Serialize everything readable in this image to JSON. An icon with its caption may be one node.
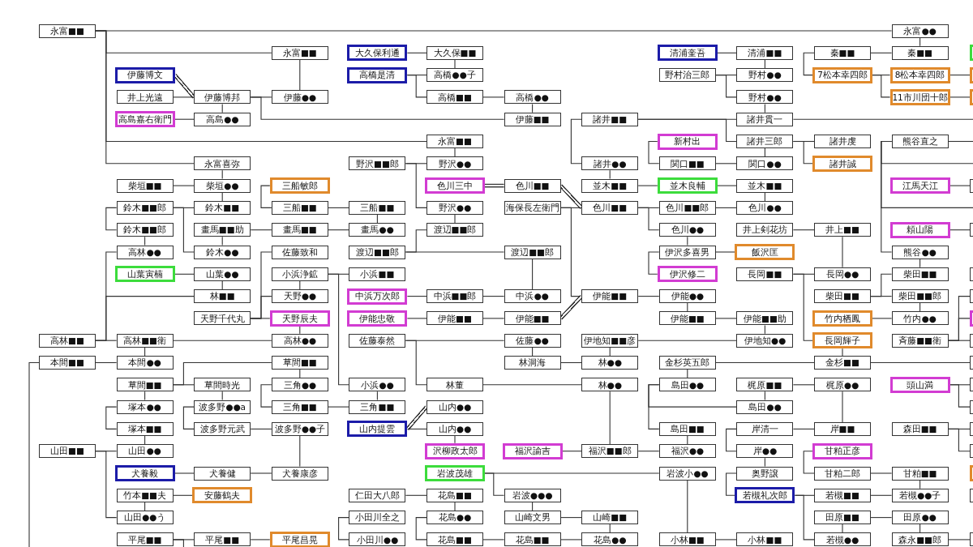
{
  "diagram": {
    "nodes": [
      {
        "text": [
          "永富■■"
        ]
      },
      {
        "text": [
          "永富●●"
        ]
      },
      {
        "text": [
          "永富■■"
        ]
      },
      {
        "text": [
          "大久保利通"
        ]
      },
      {
        "text": [
          "大久保■■"
        ]
      },
      {
        "text": [
          "清浦奎吾"
        ]
      },
      {
        "text": [
          "清浦■■"
        ]
      },
      {
        "text": [
          "秦■■"
        ]
      },
      {
        "text": [
          "秦■■"
        ]
      },
      {
        "text": [],
        "shape": "box"
      },
      {
        "text": [
          "伊藤博文"
        ]
      },
      {
        "text": [
          "高橋是清"
        ]
      },
      {
        "text": [
          "高橋●●子"
        ]
      },
      {
        "text": [
          "野村治三郎"
        ]
      },
      {
        "text": [
          "野村●●"
        ]
      },
      {
        "text": [
          "7松本幸四郎"
        ]
      },
      {
        "text": [
          "8松本幸四郎"
        ]
      },
      {
        "text": [],
        "shape": "box"
      },
      {
        "text": [
          "井上光遠"
        ]
      },
      {
        "text": [
          "伊藤博邦"
        ]
      },
      {
        "text": [
          "伊藤●●"
        ]
      },
      {
        "text": [
          "高橋■■"
        ]
      },
      {
        "text": [
          "高橋●●"
        ]
      },
      {
        "text": [
          "野村●●"
        ]
      },
      {
        "text": [
          "11市川団十郎"
        ]
      },
      {
        "text": [],
        "shape": "box"
      },
      {
        "text": [
          "高島嘉右衛門"
        ]
      },
      {
        "text": [
          "高島●●"
        ]
      },
      {
        "text": [
          "伊藤■■"
        ]
      },
      {
        "text": [
          "諸井■■"
        ]
      },
      {
        "text": [
          "諸井貫一"
        ]
      },
      {
        "text": [
          "永富■■"
        ]
      },
      {
        "text": [
          "新村出"
        ]
      },
      {
        "text": [
          "諸井三郎"
        ]
      },
      {
        "text": [
          "諸井虔"
        ]
      },
      {
        "text": [
          "熊谷直之"
        ]
      },
      {
        "text": [
          "永富喜弥"
        ]
      },
      {
        "text": [
          "野沢■■郎"
        ]
      },
      {
        "text": [
          "野沢●●"
        ]
      },
      {
        "text": [
          "諸井●●"
        ]
      },
      {
        "text": [
          "関口■■"
        ]
      },
      {
        "text": [
          "関口●●"
        ]
      },
      {
        "text": [
          "諸井誠"
        ]
      },
      {
        "text": [
          "柴垣■■"
        ]
      },
      {
        "text": [
          "柴垣●●"
        ]
      },
      {
        "text": [
          "三船敏郎"
        ]
      },
      {
        "text": [
          "色川三中"
        ]
      },
      {
        "text": [
          "色川■■"
        ]
      },
      {
        "text": [
          "並木■■"
        ]
      },
      {
        "text": [
          "並木良輔"
        ]
      },
      {
        "text": [
          "並木■■"
        ]
      },
      {
        "text": [
          "江馬天江"
        ]
      },
      {
        "text": [],
        "shape": "box"
      },
      {
        "text": [
          "鈴木■■郎"
        ]
      },
      {
        "text": [
          "鈴木■■"
        ]
      },
      {
        "text": [
          "三船■■"
        ]
      },
      {
        "text": [
          "三船■■"
        ]
      },
      {
        "text": [
          "野沢●●"
        ]
      },
      {
        "text": [
          "海保長左衛門"
        ]
      },
      {
        "text": [
          "色川■■"
        ]
      },
      {
        "text": [
          "色川■■郎"
        ]
      },
      {
        "text": [
          "色川●●"
        ]
      },
      {
        "text": [
          "鈴木■■郎"
        ]
      },
      {
        "text": [
          "畫馬■■助"
        ]
      },
      {
        "text": [
          "畫馬■■"
        ]
      },
      {
        "text": [
          "畫馬●●"
        ]
      },
      {
        "text": [
          "渡辺■■郎"
        ]
      },
      {
        "text": [
          "色川●●"
        ]
      },
      {
        "text": [
          "井上剣花坊"
        ]
      },
      {
        "text": [
          "井上■■"
        ]
      },
      {
        "text": [
          "頼山陽"
        ]
      },
      {
        "text": [],
        "shape": "box"
      },
      {
        "text": [
          "高林●●"
        ]
      },
      {
        "text": [
          "鈴木●●"
        ]
      },
      {
        "text": [
          "佐藤致和"
        ]
      },
      {
        "text": [
          "渡辺■■郎"
        ]
      },
      {
        "text": [
          "渡辺■■郎"
        ]
      },
      {
        "text": [
          "伊沢多喜男"
        ]
      },
      {
        "text": [
          "飯沢匡"
        ]
      },
      {
        "text": [
          "熊谷●●"
        ]
      },
      {
        "text": [
          "山葉寅楠"
        ]
      },
      {
        "text": [
          "山葉●●"
        ]
      },
      {
        "text": [
          "小浜浄鉱"
        ]
      },
      {
        "text": [
          "小浜■■"
        ]
      },
      {
        "text": [
          "伊沢修二"
        ]
      },
      {
        "text": [
          "長岡■■"
        ]
      },
      {
        "text": [
          "長岡●●"
        ]
      },
      {
        "text": [
          "柴田■■"
        ]
      },
      {
        "text": [],
        "shape": "box"
      },
      {
        "text": [
          "林■■"
        ]
      },
      {
        "text": [
          "天野●●"
        ]
      },
      {
        "text": [
          "中浜万次郎"
        ]
      },
      {
        "text": [
          "中浜■■郎"
        ]
      },
      {
        "text": [
          "中浜●●"
        ]
      },
      {
        "text": [
          "伊能■■"
        ]
      },
      {
        "text": [
          "伊能●●"
        ]
      },
      {
        "text": [
          "柴田■■"
        ]
      },
      {
        "text": [
          "柴田■■郎"
        ]
      },
      {
        "text": [],
        "shape": "box"
      },
      {
        "text": [
          "天野千代丸"
        ]
      },
      {
        "text": [
          "天野辰夫"
        ]
      },
      {
        "text": [
          "伊能忠敬"
        ]
      },
      {
        "text": [
          "伊能■■"
        ]
      },
      {
        "text": [
          "伊能■■"
        ]
      },
      {
        "text": [
          "伊能■■"
        ]
      },
      {
        "text": [
          "伊能■■助"
        ]
      },
      {
        "text": [
          "竹内栖鳳"
        ]
      },
      {
        "text": [
          "竹内●●"
        ]
      },
      {
        "text": [],
        "shape": "box"
      },
      {
        "text": [
          "高林■■"
        ]
      },
      {
        "text": [
          "高林■■衛"
        ]
      },
      {
        "text": [
          "高林●●"
        ]
      },
      {
        "text": [
          "佐藤泰然"
        ]
      },
      {
        "text": [
          "佐藤●●"
        ]
      },
      {
        "text": [
          "伊地知■■彦"
        ]
      },
      {
        "text": [
          "伊地知●●"
        ]
      },
      {
        "text": [
          "長岡輝子"
        ]
      },
      {
        "text": [
          "斉藤■■衛"
        ]
      },
      {
        "text": [],
        "shape": "box"
      },
      {
        "text": [
          "本間■■"
        ]
      },
      {
        "text": [
          "本間●●"
        ]
      },
      {
        "text": [
          "草間■■"
        ]
      },
      {
        "text": [
          "林洞海"
        ]
      },
      {
        "text": [
          "林●●"
        ]
      },
      {
        "text": [
          "金杉英五郎"
        ]
      },
      {
        "text": [
          "金杉■■"
        ]
      },
      {
        "text": [],
        "shape": "box"
      },
      {
        "text": [
          "草間■■"
        ]
      },
      {
        "text": [
          "草間時光"
        ]
      },
      {
        "text": [
          "三角●●"
        ]
      },
      {
        "text": [
          "小浜●●"
        ]
      },
      {
        "text": [
          "林董"
        ]
      },
      {
        "text": [
          "林●●"
        ]
      },
      {
        "text": [
          "島田●●"
        ]
      },
      {
        "text": [
          "梶原■■"
        ]
      },
      {
        "text": [
          "梶原●●"
        ]
      },
      {
        "text": [
          "頭山満"
        ]
      },
      {
        "text": [],
        "shape": "box"
      },
      {
        "text": [
          "塚本●●"
        ]
      },
      {
        "text": [
          "波多野●●a"
        ]
      },
      {
        "text": [
          "三角■■"
        ]
      },
      {
        "text": [
          "三角■■"
        ]
      },
      {
        "text": [
          "山内●●"
        ]
      },
      {
        "text": [
          "島田●●"
        ]
      },
      {
        "text": [],
        "shape": "box"
      },
      {
        "text": [
          "塚本■■"
        ]
      },
      {
        "text": [
          "波多野元武"
        ]
      },
      {
        "text": [
          "波多野●●子"
        ]
      },
      {
        "text": [
          "山内提雲"
        ]
      },
      {
        "text": [
          "山内●●"
        ]
      },
      {
        "text": [
          "島田■■"
        ]
      },
      {
        "text": [
          "岸清一"
        ]
      },
      {
        "text": [
          "岸■■"
        ]
      },
      {
        "text": [
          "森田■■"
        ]
      },
      {
        "text": [],
        "shape": "box"
      },
      {
        "text": [
          "山田■■"
        ]
      },
      {
        "text": [
          "山田●●"
        ]
      },
      {
        "text": [
          "沢柳政太郎"
        ]
      },
      {
        "text": [
          "福沢諭吉"
        ]
      },
      {
        "text": [
          "福沢■■郎"
        ]
      },
      {
        "text": [
          "福沢●●"
        ]
      },
      {
        "text": [
          "岸●●"
        ]
      },
      {
        "text": [
          "甘粕正彦"
        ]
      },
      {
        "text": [],
        "shape": "box"
      },
      {
        "text": [
          "犬養毅"
        ]
      },
      {
        "text": [
          "犬養健"
        ]
      },
      {
        "text": [
          "犬養康彦"
        ]
      },
      {
        "text": [
          "岩波茂雄"
        ]
      },
      {
        "text": [
          "岩波小●●"
        ]
      },
      {
        "text": [
          "奥野譲"
        ]
      },
      {
        "text": [
          "甘粕二郎"
        ]
      },
      {
        "text": [
          "甘粕■■"
        ]
      },
      {
        "text": [],
        "shape": "box"
      },
      {
        "text": [
          "竹本■■夫"
        ]
      },
      {
        "text": [
          "安藤鶴夫"
        ]
      },
      {
        "text": [
          "仁田大八郎"
        ]
      },
      {
        "text": [
          "花島■■"
        ]
      },
      {
        "text": [
          "岩波●●●"
        ]
      },
      {
        "text": [
          "若槻礼次郎"
        ]
      },
      {
        "text": [
          "若槻■■"
        ]
      },
      {
        "text": [
          "若槻●●子"
        ]
      },
      {
        "text": [],
        "shape": "box"
      },
      {
        "text": [
          "山田●●う"
        ]
      },
      {
        "text": [
          "小田川全之"
        ]
      },
      {
        "text": [
          "花島●●"
        ]
      },
      {
        "text": [
          "山崎文男"
        ]
      },
      {
        "text": [
          "山崎■■"
        ]
      },
      {
        "text": [
          "田原■■"
        ]
      },
      {
        "text": [
          "田原●●"
        ]
      },
      {
        "text": [
          "平尾■■"
        ]
      },
      {
        "text": [
          "平尾■■"
        ]
      },
      {
        "text": [
          "平尾昌晃"
        ]
      },
      {
        "text": [
          "小田川●●"
        ]
      },
      {
        "text": [
          "花島■■"
        ]
      },
      {
        "text": [
          "花島■■"
        ]
      },
      {
        "text": [
          "花島●●"
        ]
      },
      {
        "text": [
          "小林■■"
        ]
      },
      {
        "text": [
          "小林■■"
        ]
      },
      {
        "text": [
          "若槻●●"
        ]
      },
      {
        "text": [
          "森永■■郎"
        ]
      },
      {
        "text": [],
        "shape": "box"
      }
    ],
    "edges": [
      {
        "from": 0,
        "to": 1,
        "arrow": "none"
      },
      {
        "from": 0,
        "to": 2,
        "arrow": "none"
      },
      {
        "from": 0,
        "to": 31,
        "arrow": "none"
      },
      {
        "from": 0,
        "to": 36,
        "arrow": "none"
      },
      {
        "from": 1,
        "to": 8,
        "arrow": "none"
      },
      {
        "from": 2,
        "to": 20,
        "arrow": "none"
      },
      {
        "from": 3,
        "to": 4,
        "arrow": "none"
      },
      {
        "from": 5,
        "to": 6,
        "arrow": "none"
      },
      {
        "from": 7,
        "to": 8,
        "arrow": "none"
      },
      {
        "from": 7,
        "to": 15,
        "arrow": "none"
      },
      {
        "from": 4,
        "to": 12,
        "arrow": "none"
      },
      {
        "from": 6,
        "to": 14,
        "arrow": "none"
      },
      {
        "from": 10,
        "to": 19,
        "arrow": "none",
        "style": "thick"
      },
      {
        "from": 11,
        "to": 12,
        "arrow": "none"
      },
      {
        "from": 11,
        "to": 21,
        "arrow": "none"
      },
      {
        "from": 13,
        "to": 14,
        "arrow": "none"
      },
      {
        "from": 13,
        "to": 23,
        "arrow": "none"
      },
      {
        "from": 15,
        "to": 16,
        "arrow": "none"
      },
      {
        "from": 15,
        "to": 24,
        "arrow": "none"
      },
      {
        "from": 16,
        "to": 17,
        "arrow": "none"
      },
      {
        "from": 18,
        "to": 19,
        "arrow": "none"
      },
      {
        "from": 19,
        "to": 20,
        "arrow": "none"
      },
      {
        "from": 19,
        "to": 28,
        "arrow": "none"
      },
      {
        "from": 19,
        "to": 27,
        "arrow": "none"
      },
      {
        "from": 21,
        "to": 22,
        "arrow": "none"
      },
      {
        "from": 22,
        "to": 28,
        "arrow": "none"
      },
      {
        "from": 23,
        "to": 30,
        "arrow": "none"
      },
      {
        "from": 24,
        "to": 25,
        "arrow": "none"
      },
      {
        "from": 26,
        "to": 27,
        "arrow": "none"
      },
      {
        "from": 29,
        "to": 30,
        "arrow": "none"
      },
      {
        "from": 29,
        "to": 33,
        "arrow": "none"
      },
      {
        "from": 29,
        "to": 39,
        "arrow": "none"
      },
      {
        "from": 30,
        "to": null,
        "arrow": "none"
      },
      {
        "from": 31,
        "to": 38,
        "arrow": "none"
      },
      {
        "from": 32,
        "to": 40,
        "arrow": "none"
      },
      {
        "from": 33,
        "to": 34,
        "arrow": "none"
      },
      {
        "from": 33,
        "to": 42,
        "arrow": "none"
      },
      {
        "from": 33,
        "to": 41,
        "arrow": "none"
      },
      {
        "from": 35,
        "to": null,
        "arrow": "none"
      },
      {
        "from": 35,
        "to": null,
        "arrow": "none"
      },
      {
        "from": 35,
        "to": null,
        "arrow": "none"
      },
      {
        "from": 35,
        "to": 79,
        "arrow": "none"
      },
      {
        "from": 36,
        "to": 44,
        "arrow": "none"
      },
      {
        "from": 37,
        "to": 38,
        "arrow": "none"
      },
      {
        "from": 37,
        "to": 57,
        "arrow": "none"
      },
      {
        "from": 39,
        "to": 48,
        "arrow": "none"
      },
      {
        "from": 40,
        "to": 41,
        "arrow": "none"
      },
      {
        "from": 43,
        "to": 44,
        "arrow": "none"
      },
      {
        "from": 44,
        "to": 54,
        "arrow": "none"
      },
      {
        "from": 45,
        "to": 55,
        "arrow": "none"
      },
      {
        "from": 46,
        "to": 47,
        "arrow": "none",
        "style": "thick"
      },
      {
        "from": 47,
        "to": 59,
        "arrow": "none",
        "style": "thick"
      },
      {
        "from": 48,
        "to": 49,
        "arrow": "none"
      },
      {
        "from": 49,
        "to": 50,
        "arrow": "none"
      },
      {
        "from": 50,
        "to": 61,
        "arrow": "none"
      },
      {
        "from": 51,
        "to": 52,
        "arrow": "none"
      },
      {
        "from": 53,
        "to": 54,
        "arrow": "none"
      },
      {
        "from": 53,
        "to": 73,
        "arrow": "none"
      },
      {
        "from": 53,
        "to": 62,
        "arrow": "none"
      },
      {
        "from": 55,
        "to": 56,
        "arrow": "none"
      },
      {
        "from": 56,
        "to": 65,
        "arrow": "none"
      },
      {
        "from": 57,
        "to": 66,
        "arrow": "none"
      },
      {
        "from": 58,
        "to": 59,
        "arrow": "none"
      },
      {
        "from": 58,
        "to": 94,
        "arrow": "none"
      },
      {
        "from": 59,
        "to": 60,
        "arrow": "none"
      },
      {
        "from": 59,
        "to": 67,
        "arrow": "none"
      },
      {
        "from": 60,
        "to": 61,
        "arrow": "none"
      },
      {
        "from": 62,
        "to": 72,
        "arrow": "none"
      },
      {
        "from": 63,
        "to": 64,
        "arrow": "none"
      },
      {
        "from": 63,
        "to": 73,
        "arrow": "none"
      },
      {
        "from": 64,
        "to": 65,
        "arrow": "none"
      },
      {
        "from": 67,
        "to": 77,
        "arrow": "none"
      },
      {
        "from": 68,
        "to": 69,
        "arrow": "none"
      },
      {
        "from": 69,
        "to": 86,
        "arrow": "none"
      },
      {
        "from": 70,
        "to": 71,
        "arrow": "none"
      },
      {
        "from": 75,
        "to": 76,
        "arrow": "none"
      },
      {
        "from": 75,
        "to": 66,
        "arrow": "none"
      },
      {
        "from": 76,
        "to": 93,
        "arrow": "none"
      },
      {
        "from": 77,
        "to": 78,
        "arrow": "none"
      },
      {
        "from": 77,
        "to": 84,
        "arrow": "none"
      },
      {
        "from": 79,
        "to": 87,
        "arrow": "none"
      },
      {
        "from": 80,
        "to": 81,
        "arrow": "none"
      },
      {
        "from": 81,
        "to": 89,
        "arrow": "none"
      },
      {
        "from": 82,
        "to": 83,
        "arrow": "none"
      },
      {
        "from": 82,
        "to": 130,
        "arrow": "none"
      },
      {
        "from": 82,
        "to": 90,
        "arrow": "none"
      },
      {
        "from": 85,
        "to": 86,
        "arrow": "none"
      },
      {
        "from": 85,
        "to": 116,
        "arrow": "none"
      },
      {
        "from": 91,
        "to": 92,
        "arrow": "none"
      },
      {
        "from": 92,
        "to": 93,
        "arrow": "none"
      },
      {
        "from": 94,
        "to": 95,
        "arrow": "none"
      },
      {
        "from": 95,
        "to": 104,
        "arrow": "none"
      },
      {
        "from": 96,
        "to": 97,
        "arrow": "none"
      },
      {
        "from": 96,
        "to": 87,
        "arrow": "none"
      },
      {
        "from": 97,
        "to": 107,
        "arrow": "none"
      },
      {
        "from": 99,
        "to": 100,
        "arrow": "none"
      },
      {
        "from": 99,
        "to": 74,
        "arrow": "none"
      },
      {
        "from": 99,
        "to": 90,
        "arrow": "none"
      },
      {
        "from": 100,
        "to": 111,
        "arrow": "none"
      },
      {
        "from": 101,
        "to": 102,
        "arrow": "none"
      },
      {
        "from": 102,
        "to": 103,
        "arrow": "none"
      },
      {
        "from": 103,
        "to": 94,
        "arrow": "none",
        "style": "thick"
      },
      {
        "from": 104,
        "to": 105,
        "arrow": "none"
      },
      {
        "from": 105,
        "to": 115,
        "arrow": "none"
      },
      {
        "from": 106,
        "to": 107,
        "arrow": "none"
      },
      {
        "from": 109,
        "to": 110,
        "arrow": "none"
      },
      {
        "from": 109,
        "to": 72,
        "arrow": "none"
      },
      {
        "from": 109,
        "to": 89,
        "arrow": "none"
      },
      {
        "from": 110,
        "to": 111,
        "arrow": "none"
      },
      {
        "from": 110,
        "to": 120,
        "arrow": "none"
      },
      {
        "from": 112,
        "to": 113,
        "arrow": "none"
      },
      {
        "from": 112,
        "to": 131,
        "arrow": "none"
      },
      {
        "from": 113,
        "to": 122,
        "arrow": "none"
      },
      {
        "from": 114,
        "to": 115,
        "arrow": "none"
      },
      {
        "from": 114,
        "to": 123,
        "arrow": "none"
      },
      {
        "from": 116,
        "to": 125,
        "arrow": "none"
      },
      {
        "from": 117,
        "to": 98,
        "arrow": "none"
      },
      {
        "from": 117,
        "to": 108,
        "arrow": "none"
      },
      {
        "from": 117,
        "to": 118,
        "arrow": "none"
      },
      {
        "from": 119,
        "to": 120,
        "arrow": "none"
      },
      {
        "from": 119,
        "to": null,
        "arrow": "none"
      },
      {
        "from": 121,
        "to": 129,
        "arrow": "none"
      },
      {
        "from": 122,
        "to": 123,
        "arrow": "none"
      },
      {
        "from": 124,
        "to": 125,
        "arrow": "none"
      },
      {
        "from": 124,
        "to": 133,
        "arrow": "none"
      },
      {
        "from": 125,
        "to": 126,
        "arrow": "none"
      },
      {
        "from": 127,
        "to": 128,
        "arrow": "none"
      },
      {
        "from": 127,
        "to": 121,
        "arrow": "none"
      },
      {
        "from": 127,
        "to": 138,
        "arrow": "none"
      },
      {
        "from": 128,
        "to": 139,
        "arrow": "none"
      },
      {
        "from": 129,
        "to": 140,
        "arrow": "none"
      },
      {
        "from": 130,
        "to": 141,
        "arrow": "none"
      },
      {
        "from": 131,
        "to": 132,
        "arrow": "none"
      },
      {
        "from": 132,
        "to": 159,
        "arrow": "none"
      },
      {
        "from": 133,
        "to": 150,
        "arrow": "none"
      },
      {
        "from": 133,
        "to": 143,
        "arrow": "none"
      },
      {
        "from": 134,
        "to": 135,
        "arrow": "none"
      },
      {
        "from": 134,
        "to": 143,
        "arrow": "none"
      },
      {
        "from": 135,
        "to": 152,
        "arrow": "none"
      },
      {
        "from": 136,
        "to": 137,
        "arrow": "none"
      },
      {
        "from": 136,
        "to": 144,
        "arrow": "none"
      },
      {
        "from": 138,
        "to": 145,
        "arrow": "none"
      },
      {
        "from": 139,
        "to": 146,
        "arrow": "none"
      },
      {
        "from": 140,
        "to": 141,
        "arrow": "none"
      },
      {
        "from": 148,
        "to": 142,
        "arrow": "none",
        "style": "thick"
      },
      {
        "from": 145,
        "to": 156,
        "arrow": "none"
      },
      {
        "from": 146,
        "to": 147,
        "arrow": "none"
      },
      {
        "from": 147,
        "to": 166,
        "arrow": "none"
      },
      {
        "from": 148,
        "to": 149,
        "arrow": "none"
      },
      {
        "from": 149,
        "to": 157,
        "arrow": "none"
      },
      {
        "from": 150,
        "to": 160,
        "arrow": "none"
      },
      {
        "from": 151,
        "to": 152,
        "arrow": "none"
      },
      {
        "from": 151,
        "to": 161,
        "arrow": "none"
      },
      {
        "from": 153,
        "to": 154,
        "arrow": "none"
      },
      {
        "from": 153,
        "to": 163,
        "arrow": "none"
      },
      {
        "from": 155,
        "to": 156,
        "arrow": "none"
      },
      {
        "from": 155,
        "to": 182,
        "arrow": "none"
      },
      {
        "from": 158,
        "to": 159,
        "arrow": "none"
      },
      {
        "from": 159,
        "to": 160,
        "arrow": "none"
      },
      {
        "from": 161,
        "to": 169,
        "arrow": "none"
      },
      {
        "from": 162,
        "to": 170,
        "arrow": "none"
      },
      {
        "from": 164,
        "to": 165,
        "arrow": "none"
      },
      {
        "from": 165,
        "to": 166,
        "arrow": "none"
      },
      {
        "from": 167,
        "to": 168,
        "arrow": "none"
      },
      {
        "from": 167,
        "to": 177,
        "arrow": "none"
      },
      {
        "from": 168,
        "to": 196,
        "arrow": "none"
      },
      {
        "from": 169,
        "to": 178,
        "arrow": "none"
      },
      {
        "from": 170,
        "to": 171,
        "arrow": "none"
      },
      {
        "from": 171,
        "to": 180,
        "arrow": "none"
      },
      {
        "from": 173,
        "to": 174,
        "arrow": "none"
      },
      {
        "from": 173,
        "to": 182,
        "arrow": "none"
      },
      {
        "from": 175,
        "to": 176,
        "arrow": "none"
      },
      {
        "from": 176,
        "to": 184,
        "arrow": "none"
      },
      {
        "from": 177,
        "to": 185,
        "arrow": "none"
      },
      {
        "from": 178,
        "to": 179,
        "arrow": "none"
      },
      {
        "from": 178,
        "to": 198,
        "arrow": "none"
      },
      {
        "from": 179,
        "to": 180,
        "arrow": "none"
      },
      {
        "from": 183,
        "to": 192,
        "arrow": "none"
      },
      {
        "from": 184,
        "to": 193,
        "arrow": "none"
      },
      {
        "from": 185,
        "to": 186,
        "arrow": "none"
      },
      {
        "from": 186,
        "to": 195,
        "arrow": "none"
      },
      {
        "from": 187,
        "to": 188,
        "arrow": "none"
      },
      {
        "from": 187,
        "to": 198,
        "arrow": "none"
      },
      {
        "from": 188,
        "to": 199,
        "arrow": "none"
      },
      {
        "from": 189,
        "to": 190,
        "arrow": "none"
      },
      {
        "from": 189,
        "to": null,
        "arrow": "none"
      },
      {
        "from": 190,
        "to": 191,
        "arrow": "none"
      },
      {
        "from": 193,
        "to": 194,
        "arrow": "none"
      },
      {
        "from": 194,
        "to": 195,
        "arrow": "none"
      },
      {
        "from": 196,
        "to": 197,
        "arrow": "none"
      },
      {
        "from": 199,
        "to": 200,
        "arrow": "none"
      }
    ]
  }
}
